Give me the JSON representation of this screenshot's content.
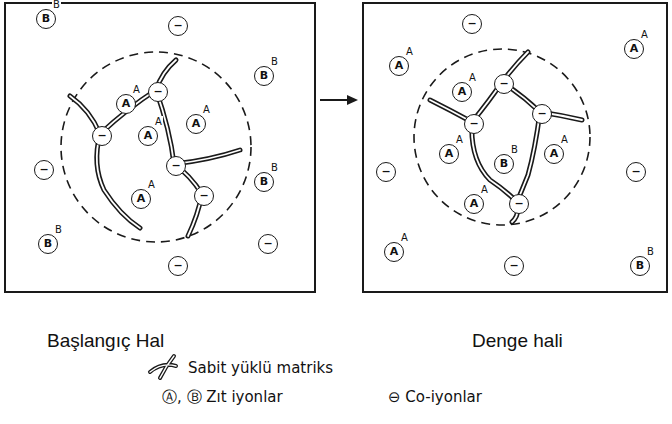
{
  "diagram": {
    "nodes": [
      {
        "text": [
          "Başlangıç Hal"
        ]
      },
      {
        "text": [
          "B",
          "B"
        ],
        "in": 0
      },
      {
        "text": [
          "−"
        ],
        "in": 0
      },
      {
        "text": [
          "B",
          "B"
        ],
        "in": 0
      },
      {
        "text": [
          "−"
        ],
        "in": 0
      },
      {
        "text": [
          "B",
          "B"
        ],
        "in": 0
      },
      {
        "text": [
          "B",
          "B"
        ],
        "in": 0
      },
      {
        "text": [
          "−"
        ],
        "in": 0
      },
      {
        "text": [
          "−"
        ],
        "in": 0
      },
      {
        "text": [
          "A",
          "A"
        ],
        "in": 0
      },
      {
        "text": [
          "−"
        ],
        "in": 0
      },
      {
        "text": [
          "−"
        ],
        "in": 0
      },
      {
        "text": [
          "A",
          "A"
        ],
        "in": 0
      },
      {
        "text": [
          "A",
          "A"
        ],
        "in": 0
      },
      {
        "text": [
          "−"
        ],
        "in": 0
      },
      {
        "text": [
          "−"
        ],
        "in": 0
      },
      {
        "text": [
          "A",
          "A"
        ],
        "in": 0
      },
      {
        "text": [
          "Denge hali"
        ]
      },
      {
        "text": [
          "A",
          "A"
        ],
        "in": 17
      },
      {
        "text": [
          "−"
        ],
        "in": 17
      },
      {
        "text": [
          "A",
          "A"
        ],
        "in": 17
      },
      {
        "text": [
          "−"
        ],
        "in": 17
      },
      {
        "text": [
          "−"
        ],
        "in": 17
      },
      {
        "text": [
          "A",
          "A"
        ],
        "in": 17
      },
      {
        "text": [
          "−"
        ],
        "in": 17
      },
      {
        "text": [
          "B",
          "B"
        ],
        "in": 17
      },
      {
        "text": [
          "A",
          "A"
        ],
        "in": 17
      },
      {
        "text": [
          "−"
        ],
        "in": 17
      },
      {
        "text": [
          "A",
          "A"
        ],
        "in": 17
      },
      {
        "text": [
          "−"
        ],
        "in": 17
      },
      {
        "text": [
          "B",
          "B"
        ],
        "in": 17
      },
      {
        "text": [
          "A",
          "A"
        ],
        "in": 17
      },
      {
        "text": [
          "−"
        ],
        "in": 17
      },
      {
        "text": [
          "−"
        ],
        "in": 17
      },
      {
        "text": [
          "A",
          "A"
        ],
        "in": 17
      }
    ],
    "edges": [
      {
        "from": 0,
        "to": 17,
        "arrow": "to"
      }
    ],
    "legend": [
      {
        "text": "Sabit yüklü matriks"
      },
      {
        "text": "Ⓐ, Ⓑ Zıt iyonlar"
      },
      {
        "text": "⊖ Co-iyonlar"
      }
    ]
  }
}
